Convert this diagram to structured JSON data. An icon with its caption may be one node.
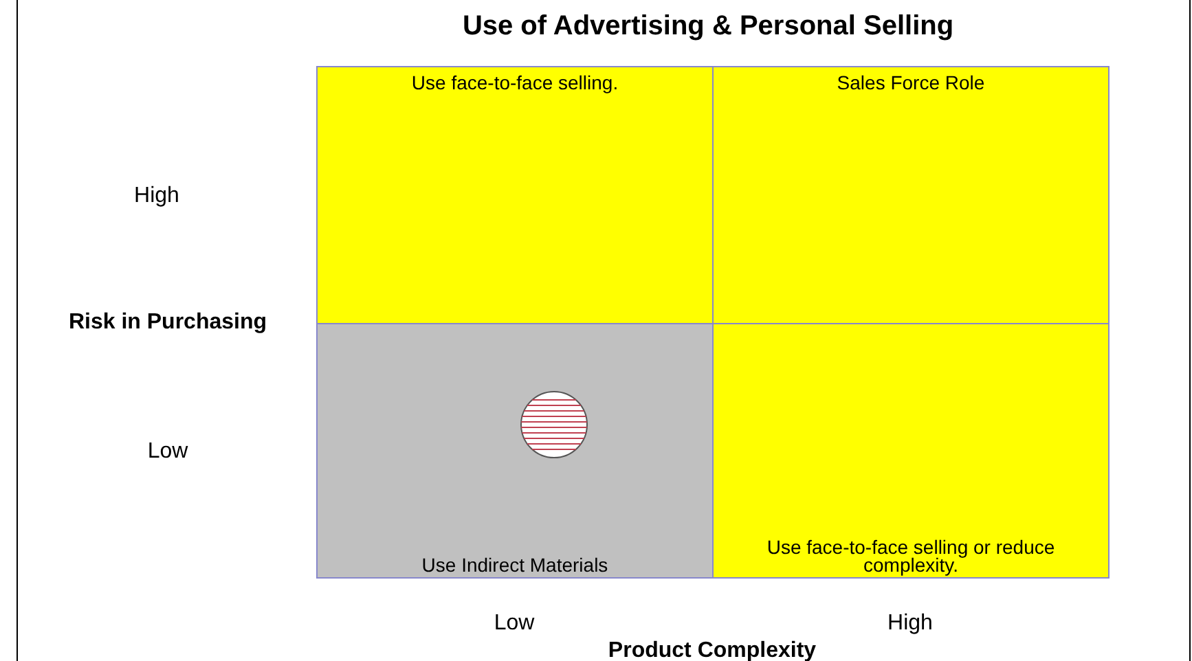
{
  "diagram": {
    "title": "Use of Advertising & Personal Selling",
    "nodes": [
      {
        "text": [
          "Use face-to-face selling."
        ]
      },
      {
        "text": [
          "Sales Force Role"
        ]
      },
      {
        "text": [
          "Use Indirect Materials"
        ]
      },
      {
        "text": [
          "Use face-to-face selling or reduce complexity."
        ]
      }
    ],
    "labels": [
      "High",
      "Risk in Purchasing",
      "Low",
      "Low",
      "High",
      "Product Complexity"
    ]
  }
}
